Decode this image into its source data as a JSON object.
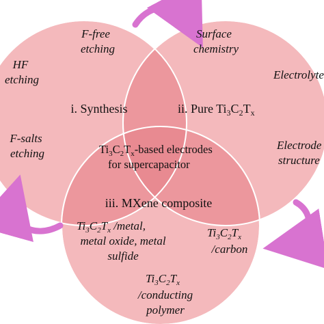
{
  "colors": {
    "circle_fill": "#f2a9ad",
    "circle_stroke": "#ffffff",
    "overlap_fill": "#e7878e",
    "arrow": "#d873d0",
    "arrow_edge": "#a94fa1",
    "text": "#111111"
  },
  "synthesis": {
    "title": "i. Synthesis",
    "f_free_1": "F-free",
    "f_free_2": "etching",
    "hf_1": "HF",
    "hf_2": "etching",
    "fsalts_1": "F-salts",
    "fsalts_2": "etching"
  },
  "pure": {
    "title_prefix": "ii. Pure Ti",
    "sub_3": "3",
    "c": "C",
    "sub_2": "2",
    "t": "T",
    "sub_x": "x",
    "surface_1": "Surface",
    "surface_2": "chemistry",
    "electrolyte": "Electrolyte",
    "electrode_1": "Electrode",
    "electrode_2": "structure"
  },
  "center": {
    "ti": "Ti",
    "sub_3": "3",
    "c": "C",
    "sub_2": "2",
    "t": "T",
    "sub_x": "x",
    "line1_suffix": "-based electrodes",
    "line2": "for supercapacitor"
  },
  "composite": {
    "title": "iii. MXene composite",
    "ti": "Ti",
    "sub_3": "3",
    "c": "C",
    "sub_2": "2",
    "t": "T",
    "sub_x": "x",
    "metal_1_suffix": " /metal,",
    "metal_2": "metal oxide, metal",
    "metal_3": "sulfide",
    "carbon_2": "/carbon",
    "polymer_2": "/conducting",
    "polymer_3": "polymer"
  }
}
